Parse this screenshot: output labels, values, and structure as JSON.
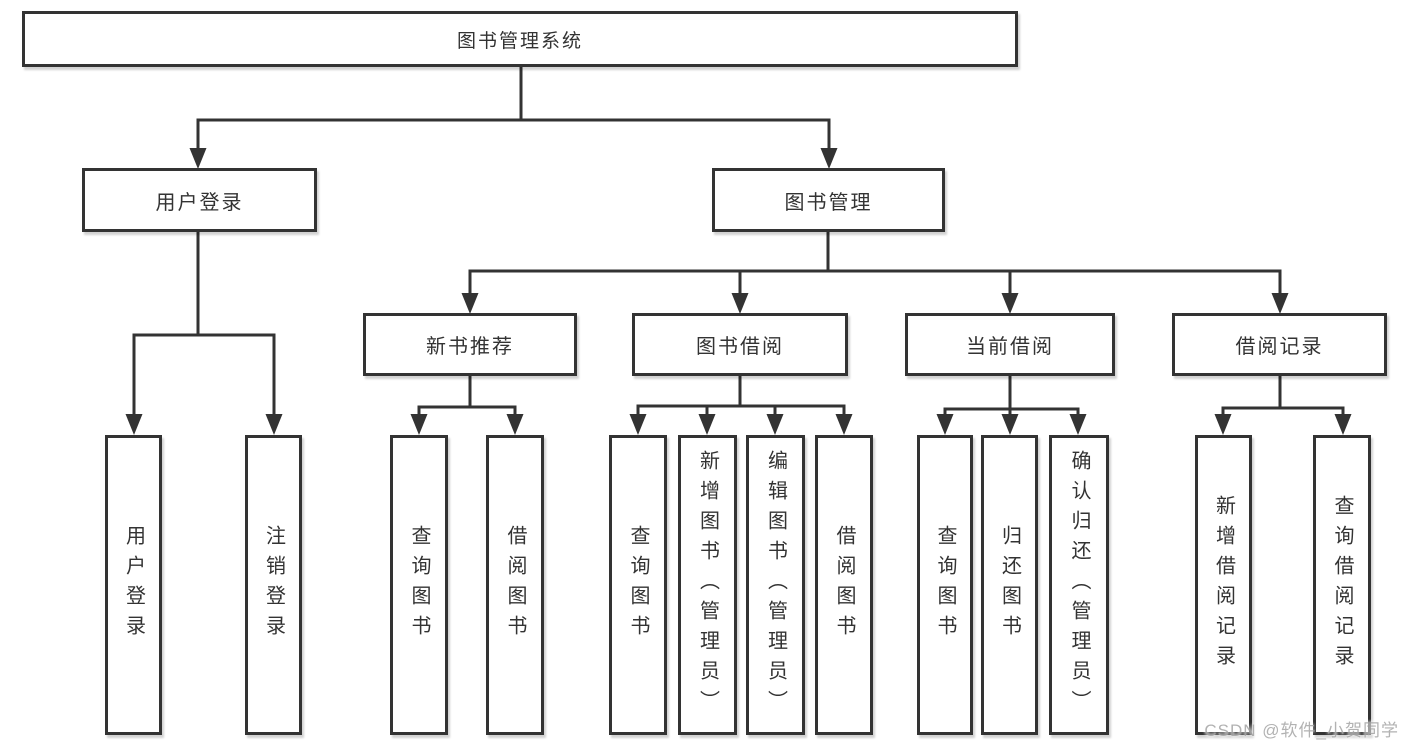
{
  "diagram": {
    "type": "tree",
    "tree": {
      "label": "图书管理系统",
      "children": [
        {
          "label": "用户登录",
          "children": [
            {
              "label": "用户登录"
            },
            {
              "label": "注销登录"
            }
          ]
        },
        {
          "label": "图书管理",
          "children": [
            {
              "label": "新书推荐",
              "children": [
                {
                  "label": "查询图书"
                },
                {
                  "label": "借阅图书"
                }
              ]
            },
            {
              "label": "图书借阅",
              "children": [
                {
                  "label": "查询图书"
                },
                {
                  "label": "新增图书（管理员）"
                },
                {
                  "label": "编辑图书（管理员）"
                },
                {
                  "label": "借阅图书"
                }
              ]
            },
            {
              "label": "当前借阅",
              "children": [
                {
                  "label": "查询图书"
                },
                {
                  "label": "归还图书"
                },
                {
                  "label": "确认归还（管理员）"
                }
              ]
            },
            {
              "label": "借阅记录",
              "children": [
                {
                  "label": "新增借阅记录"
                },
                {
                  "label": "查询借阅记录"
                }
              ]
            }
          ]
        }
      ]
    },
    "colors": {
      "ink": "#333333",
      "box_background": "#ffffff",
      "watermark": "#aaaaaa"
    }
  },
  "watermark": {
    "text": "CSDN @软件_小贺同学"
  }
}
